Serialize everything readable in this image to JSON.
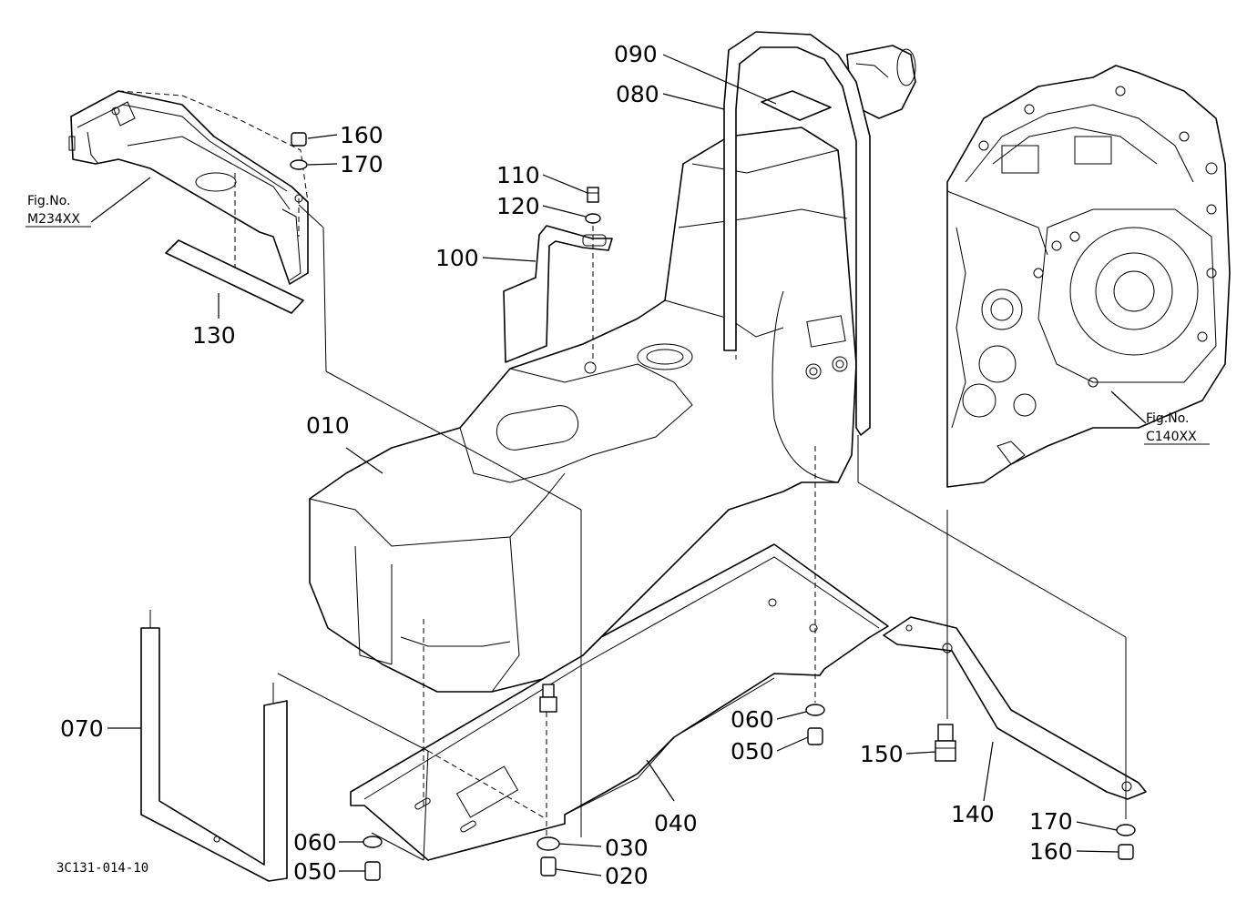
{
  "callouts": {
    "c010": "010",
    "c020": "020",
    "c030": "030",
    "c040": "040",
    "c050a": "050",
    "c050b": "050",
    "c060a": "060",
    "c060b": "060",
    "c070": "070",
    "c080": "080",
    "c090": "090",
    "c100": "100",
    "c110": "110",
    "c120": "120",
    "c130": "130",
    "c140": "140",
    "c150": "150",
    "c160a": "160",
    "c160b": "160",
    "c170a": "170",
    "c170b": "170"
  },
  "references": {
    "left_fig_label": "Fig.No.",
    "left_fig_number": "M234XX",
    "right_fig_label": "Fig.No.",
    "right_fig_number": "C140XX"
  },
  "drawing_number": "3C131-014-10"
}
